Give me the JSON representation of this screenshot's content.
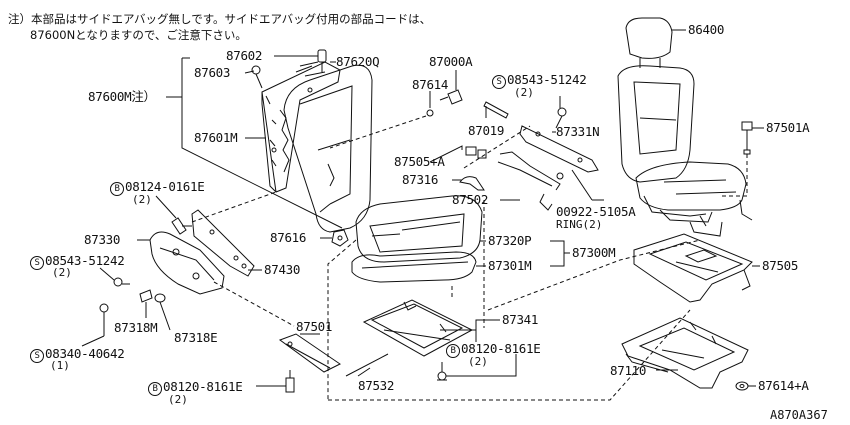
{
  "note": {
    "line1": "注）本部品はサイドエアバッグ無しです。サイドエアバッグ付用の部品コードは、",
    "line2": "87600Nとなりますので、ご注意下さい。"
  },
  "labels": {
    "p87600m": "87600M注）",
    "p87602": "87602",
    "p87603": "87603",
    "p87620q": "87620Q",
    "p87601m": "87601M",
    "p87000a": "87000A",
    "p87614": "87614",
    "p08543_top": "08543-51242",
    "p08543_top_qty": "(2)",
    "p87019": "87019",
    "p87331n": "87331N",
    "p86400": "86400",
    "p87501a": "87501A",
    "p87505a": "87505+A",
    "p87316": "87316",
    "p87502": "87502",
    "p00922": "00922-5105A",
    "p00922_ring": "RING(2)",
    "p08124": "08124-0161E",
    "p08124_qty": "(2)",
    "p87330": "87330",
    "p08543_left": "08543-51242",
    "p08543_left_qty": "(2)",
    "p87430": "87430",
    "p87616": "87616",
    "p87320p": "87320P",
    "p87301m": "87301M",
    "p87300m": "87300M",
    "p87505": "87505",
    "p87318m": "87318M",
    "p87318e": "87318E",
    "p08340": "08340-40642",
    "p08340_qty": "(1)",
    "p87501": "87501",
    "p87341": "87341",
    "p08120_mid": "08120-8161E",
    "p08120_mid_qty": "(2)",
    "p87532": "87532",
    "p08120_bot": "08120-8161E",
    "p08120_bot_qty": "(2)",
    "p87110": "87110",
    "p87614a": "87614+A"
  },
  "prefixes": {
    "s": "S",
    "b": "B"
  },
  "reference_code": "A870A367"
}
